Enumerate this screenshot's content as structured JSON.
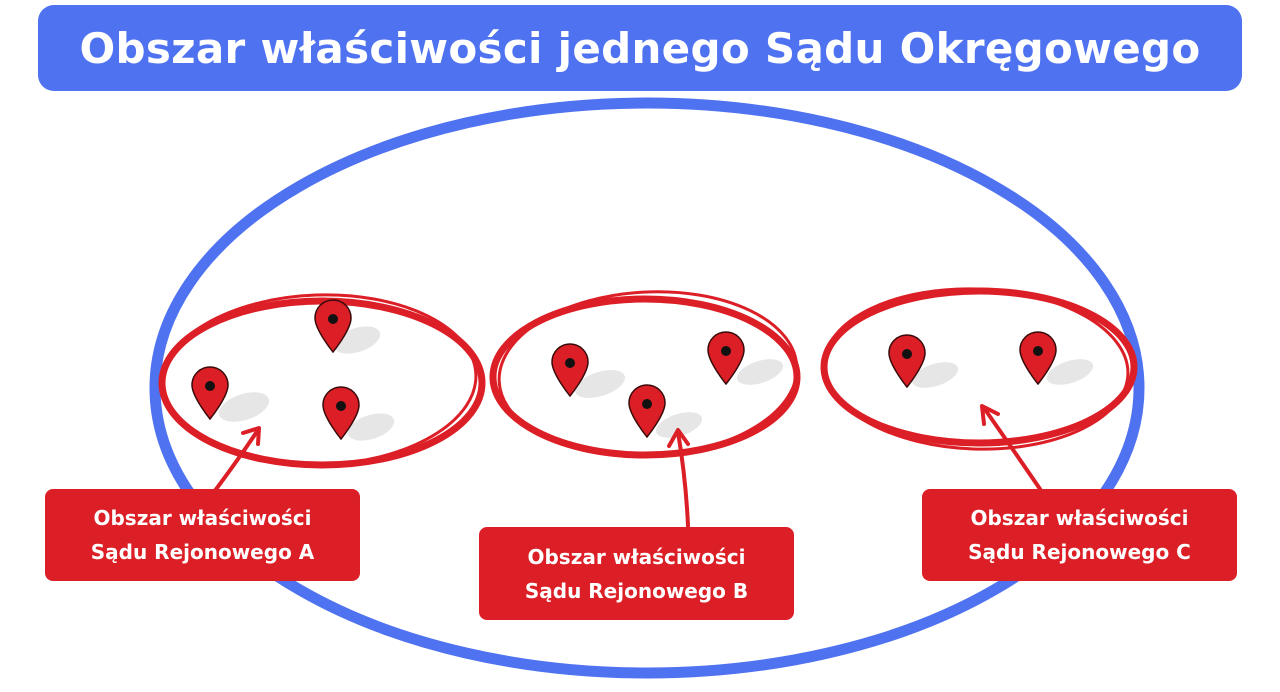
{
  "title": "Obszar właściwości jednego Sądu Okręgowego",
  "colors": {
    "title_background": "#4f72f0",
    "outer_ellipse": "#4f72f0",
    "district_ellipse": "#dc1f26",
    "label_background": "#dc1f26",
    "pin": "#dc1f26",
    "pin_shadow": "#e6e6e6"
  },
  "districts": [
    {
      "line1": "Obszar właściwości",
      "line2": "Sądu Rejonowego A",
      "pin_count": 3
    },
    {
      "line1": "Obszar właściwości",
      "line2": "Sądu Rejonowego B",
      "pin_count": 3
    },
    {
      "line1": "Obszar właściwości",
      "line2": "Sądu Rejonowego C",
      "pin_count": 2
    }
  ],
  "icons": {
    "pin": "map-pin-icon"
  }
}
